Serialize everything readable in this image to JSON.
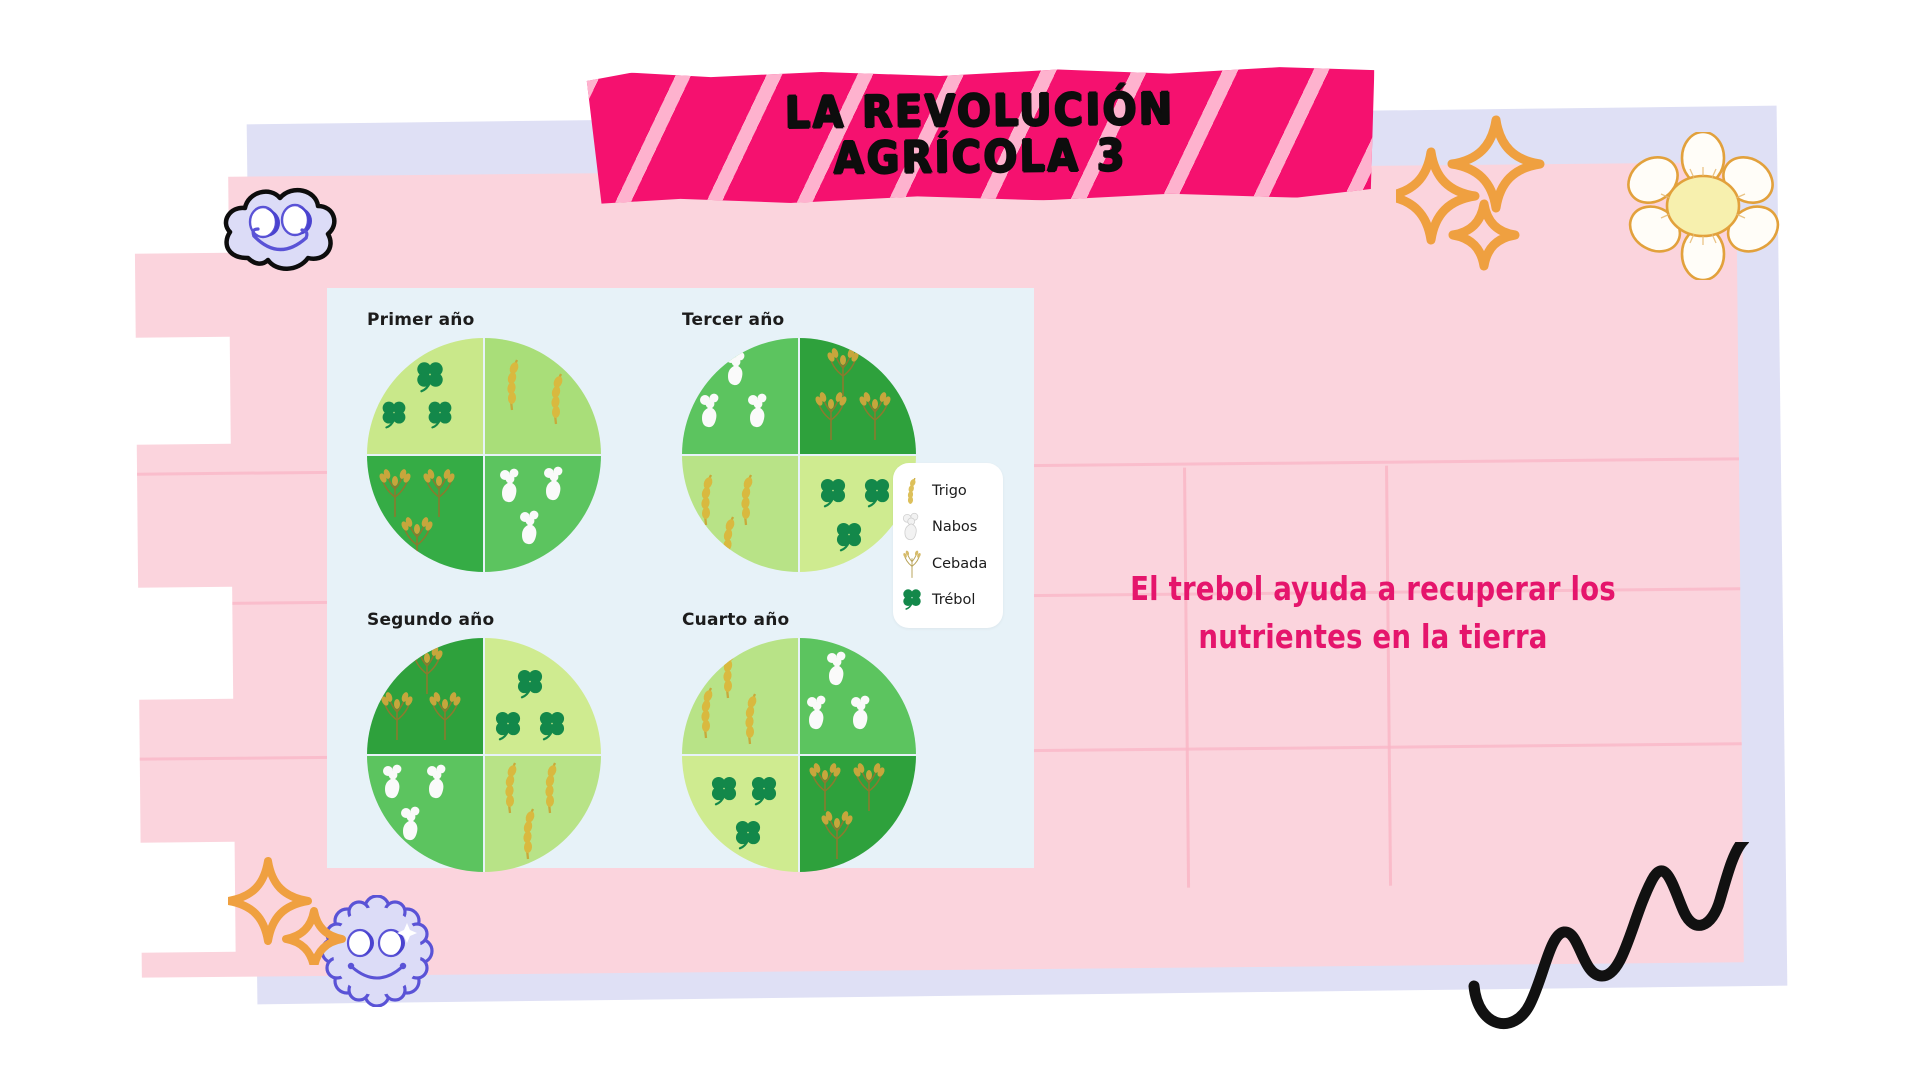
{
  "slide": {
    "title": "LA REVOLUCIÓN\nAGRÍCOLA 3",
    "caption": "El trebol ayuda a recuperar los nutrientes en la tierra"
  },
  "colors": {
    "banner_pink": "#f5116f",
    "banner_stripe": "#ffc0d6",
    "slab_pink": "#fbd4dd",
    "slab_periwinkle": "#dfe0f5",
    "caption_pink": "#e5156c",
    "figure_bg": "#e7f2f8",
    "clover_green": "#c9e88a",
    "wheat_green": "#a9de79",
    "barley_green": "#35ac45",
    "turnip_green": "#5cc45f",
    "sparkle_orange": "#efa040",
    "cloud_lavender": "#dcdcf7",
    "cloud_outline_blue": "#5a53d6",
    "flower_outline": "#e2a13c",
    "flower_center": "#f7f0ae"
  },
  "figure": {
    "years": [
      {
        "label": "Primer año",
        "quadrants": [
          {
            "crop": "Trébol",
            "position": "top-left",
            "shade": "clover_green"
          },
          {
            "crop": "Trigo",
            "position": "top-right",
            "shade": "wheat_green"
          },
          {
            "crop": "Cebada",
            "position": "bottom-left",
            "shade": "barley_green"
          },
          {
            "crop": "Nabos",
            "position": "bottom-right",
            "shade": "turnip_green"
          }
        ]
      },
      {
        "label": "Segundo año",
        "quadrants": [
          {
            "crop": "Cebada",
            "position": "top-left",
            "shade": "barley_green"
          },
          {
            "crop": "Trébol",
            "position": "top-right",
            "shade": "clover_green"
          },
          {
            "crop": "Nabos",
            "position": "bottom-left",
            "shade": "turnip_green"
          },
          {
            "crop": "Trigo",
            "position": "bottom-right",
            "shade": "wheat_green"
          }
        ]
      },
      {
        "label": "Tercer año",
        "quadrants": [
          {
            "crop": "Nabos",
            "position": "top-left",
            "shade": "turnip_green"
          },
          {
            "crop": "Cebada",
            "position": "top-right",
            "shade": "barley_green"
          },
          {
            "crop": "Trigo",
            "position": "bottom-left",
            "shade": "wheat_green"
          },
          {
            "crop": "Trébol",
            "position": "bottom-right",
            "shade": "clover_green"
          }
        ]
      },
      {
        "label": "Cuarto año",
        "quadrants": [
          {
            "crop": "Trigo",
            "position": "top-left",
            "shade": "wheat_green"
          },
          {
            "crop": "Nabos",
            "position": "top-right",
            "shade": "turnip_green"
          },
          {
            "crop": "Trébol",
            "position": "bottom-left",
            "shade": "clover_green"
          },
          {
            "crop": "Cebada",
            "position": "bottom-right",
            "shade": "barley_green"
          }
        ]
      }
    ],
    "legend": [
      {
        "label": "Trigo",
        "icon": "wheat-icon"
      },
      {
        "label": "Nabos",
        "icon": "turnip-icon"
      },
      {
        "label": "Cebada",
        "icon": "barley-icon"
      },
      {
        "label": "Trébol",
        "icon": "clover-icon"
      }
    ]
  },
  "decorations": [
    {
      "name": "smiling-cloud-icon",
      "position": "top-left"
    },
    {
      "name": "smiling-cloud-icon",
      "position": "bottom-left"
    },
    {
      "name": "daisy-flower-icon",
      "position": "top-right"
    },
    {
      "name": "sparkle-star-icon",
      "position": "top-right"
    },
    {
      "name": "sparkle-star-icon",
      "position": "bottom-left"
    },
    {
      "name": "squiggle-line-icon",
      "position": "bottom-right"
    }
  ]
}
